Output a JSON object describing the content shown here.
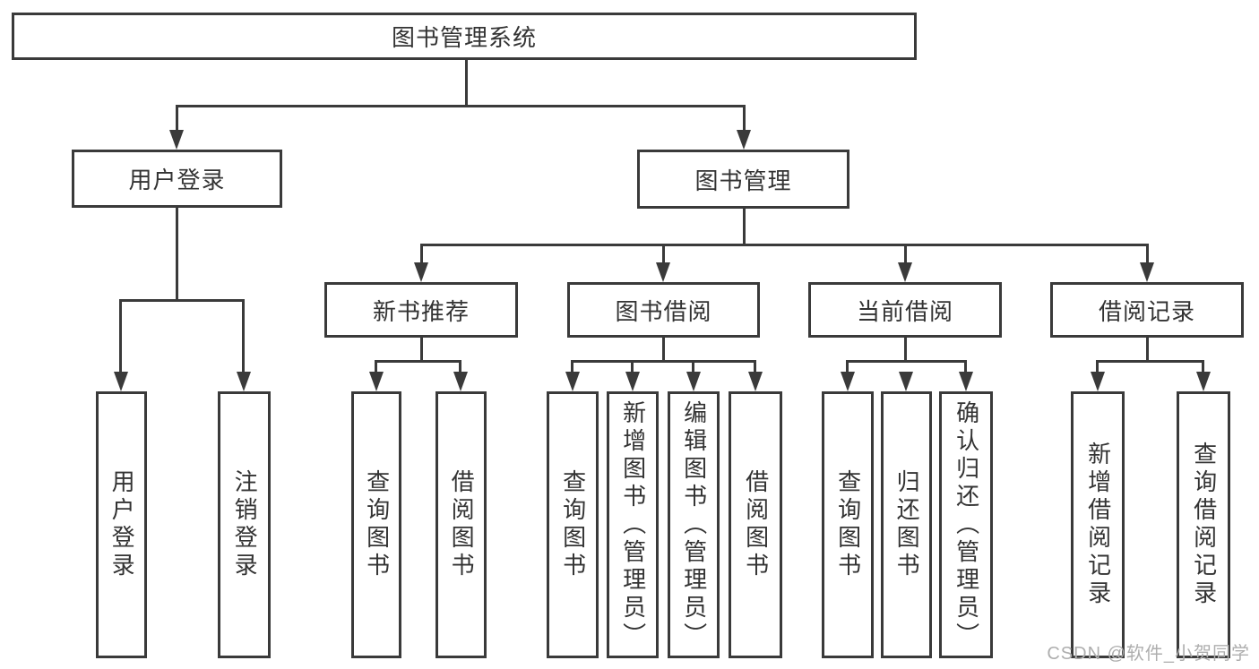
{
  "diagram": {
    "root": {
      "label": "图书管理系统"
    },
    "branches": [
      {
        "label": "用户登录",
        "children": [
          {
            "label": "用户登录"
          },
          {
            "label": "注销登录"
          }
        ]
      },
      {
        "label": "图书管理",
        "children": [
          {
            "label": "新书推荐",
            "children": [
              {
                "label": "查询图书"
              },
              {
                "label": "借阅图书"
              }
            ]
          },
          {
            "label": "图书借阅",
            "children": [
              {
                "label": "查询图书"
              },
              {
                "label": "新增图书（管理员）"
              },
              {
                "label": "编辑图书（管理员）"
              },
              {
                "label": "借阅图书"
              }
            ]
          },
          {
            "label": "当前借阅",
            "children": [
              {
                "label": "查询图书"
              },
              {
                "label": "归还图书"
              },
              {
                "label": "确认归还（管理员）"
              }
            ]
          },
          {
            "label": "借阅记录",
            "children": [
              {
                "label": "新增借阅记录"
              },
              {
                "label": "查询借阅记录"
              }
            ]
          }
        ]
      }
    ]
  },
  "watermark": "CSDN @软件_小贺同学",
  "colors": {
    "line": "#3a3a3a",
    "text": "#333333",
    "watermark": "#aeaeae",
    "background": "#ffffff"
  }
}
